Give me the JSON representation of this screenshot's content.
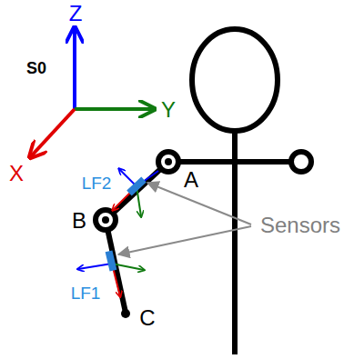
{
  "diagram": {
    "labels": [
      "Z",
      "Y",
      "X",
      "S0",
      "A",
      "B",
      "C",
      "LF2",
      "LF1",
      "Sensors"
    ]
  }
}
